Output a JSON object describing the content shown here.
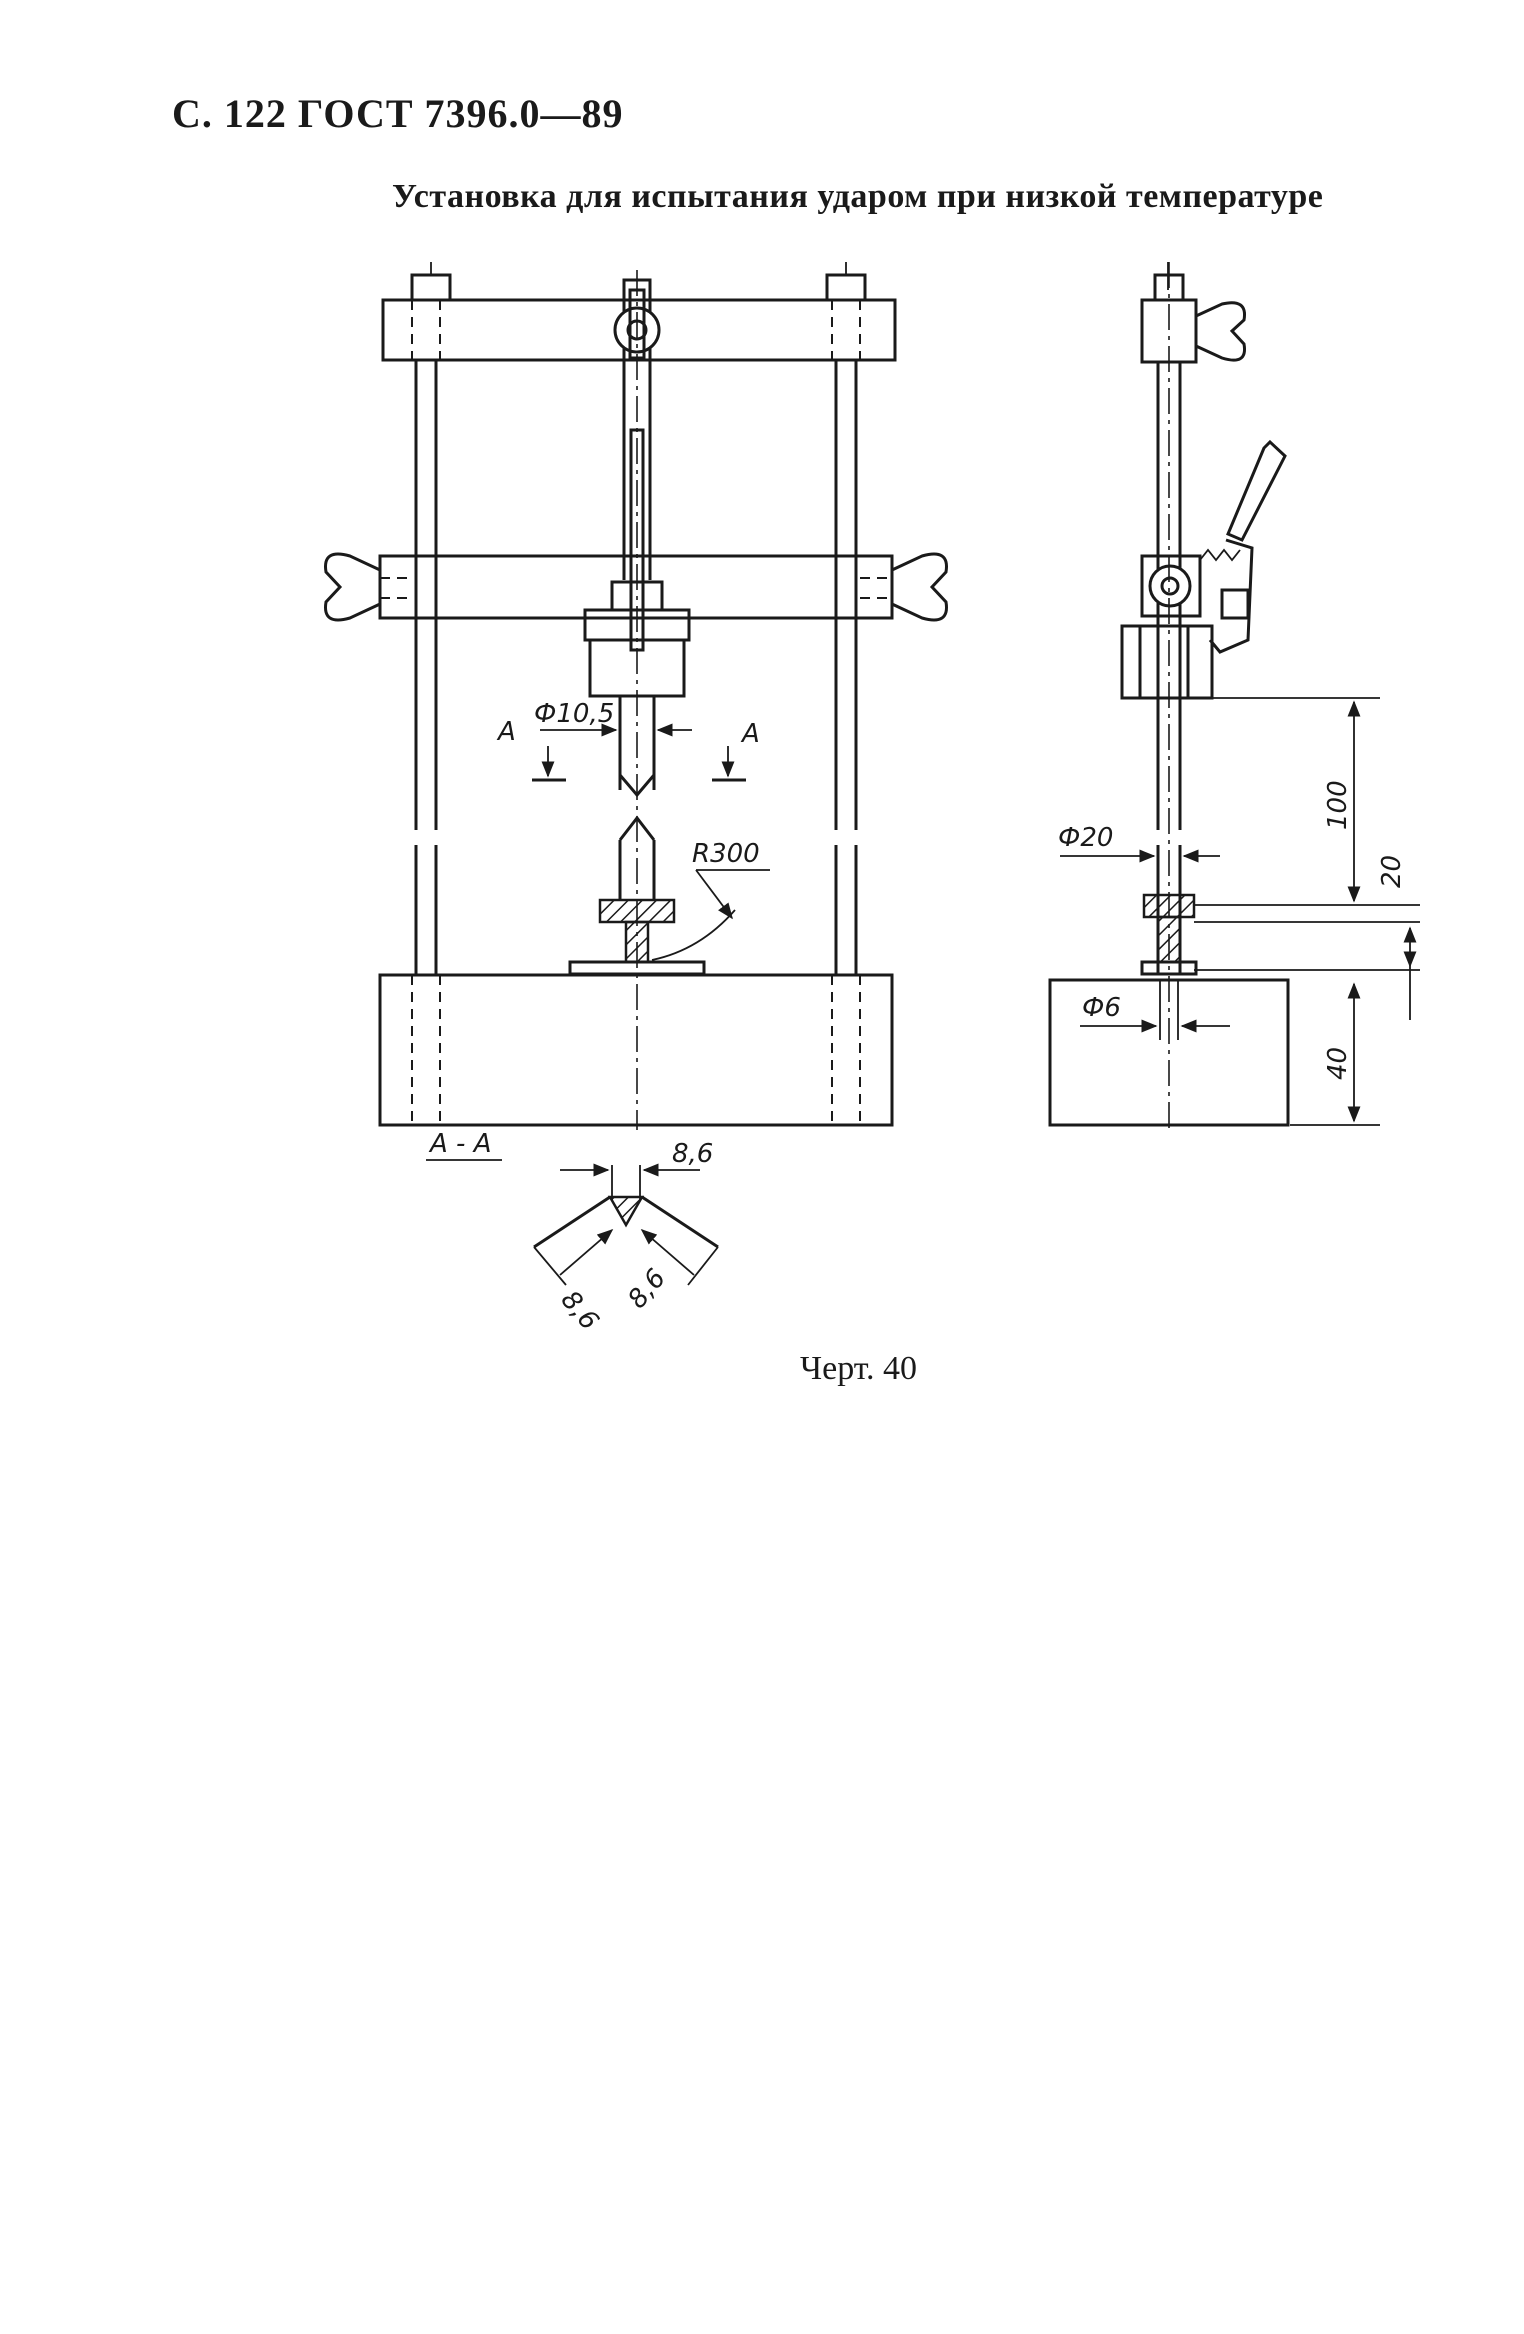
{
  "document": {
    "header": "С. 122 ГОСТ 7396.0—89",
    "title": "Установка для испытания ударом при низкой температуре",
    "caption": "Черт. 40"
  },
  "drawing": {
    "dimensions": {
      "phi_10_5": "Ф10,5",
      "r_300": "R300",
      "phi_20": "Ф20",
      "phi_6": "Ф6",
      "dim_100": "100",
      "dim_20": "20",
      "dim_40": "40",
      "dim_8_6_top": "8,6",
      "dim_8_6_left": "8,6",
      "dim_8_6_right": "8,6"
    },
    "section_labels": {
      "a_left": "А",
      "a_right": "А",
      "section": "А - А"
    }
  }
}
